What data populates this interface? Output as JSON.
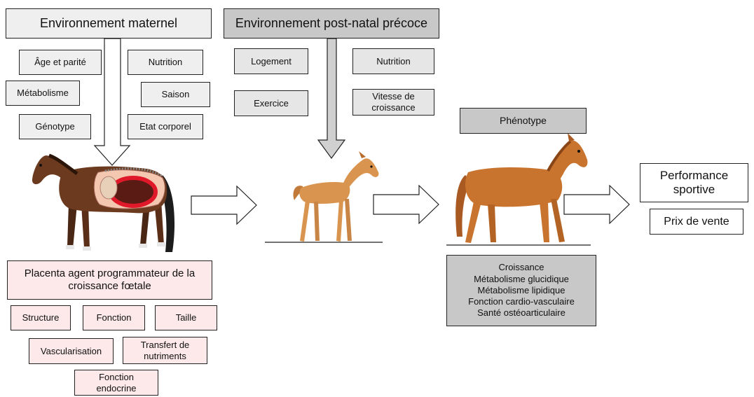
{
  "maternal": {
    "title": "Environnement maternel",
    "factors": [
      "Âge et parité",
      "Nutrition",
      "Métabolisme",
      "Saison",
      "Génotype",
      "Etat corporel"
    ]
  },
  "postnatal": {
    "title": "Environnement post-natal précoce",
    "factors": [
      "Logement",
      "Nutrition",
      "Exercice",
      "Vitesse de croissance"
    ]
  },
  "phenotype": {
    "title": "Phénotype",
    "traits": [
      "Croissance",
      "Métabolisme glucidique",
      "Métabolisme lipidique",
      "Fonction cardio-vasculaire",
      "Santé ostéoarticulaire"
    ]
  },
  "outcomes": {
    "performance": "Performance sportive",
    "price": "Prix de vente"
  },
  "placenta": {
    "title": "Placenta agent programmateur de la croissance fœtale",
    "items": [
      "Structure",
      "Fonction",
      "Taille",
      "Vascularisation",
      "Transfert de nutriments",
      "Fonction endocrine"
    ]
  },
  "colors": {
    "maternal_box": "#efefef",
    "postnatal_box": "#e6e6e6",
    "phenotype_box": "#c8c8c8",
    "placenta_box": "#fde9ea",
    "mare_coat": "#6b3a1f",
    "horse_coat": "#c8742e",
    "foal_coat": "#d9954f"
  }
}
